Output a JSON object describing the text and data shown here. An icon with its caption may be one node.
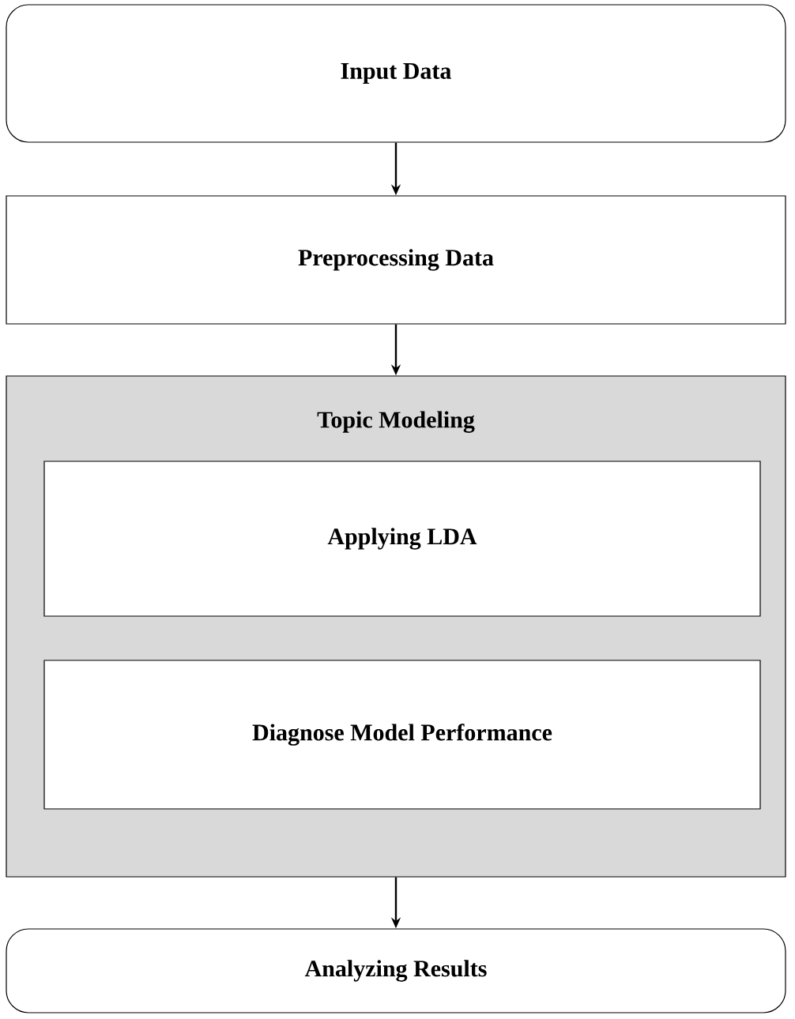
{
  "diagram": {
    "nodes": [
      {
        "text": [
          "Input Data"
        ]
      },
      {
        "text": [
          "Preprocessing Data"
        ]
      },
      {
        "text": [
          "Topic Modeling"
        ]
      },
      {
        "text": [
          "Applying LDA"
        ],
        "in": 2
      },
      {
        "text": [
          "Diagnose Model Performance"
        ],
        "in": 2
      },
      {
        "text": [
          "Analyzing Results"
        ]
      }
    ],
    "edges": [
      {
        "from": 0,
        "to": 1,
        "arrow": "to"
      },
      {
        "from": 1,
        "to": 2,
        "arrow": "to"
      },
      {
        "from": 2,
        "to": 5,
        "arrow": "to"
      }
    ]
  }
}
